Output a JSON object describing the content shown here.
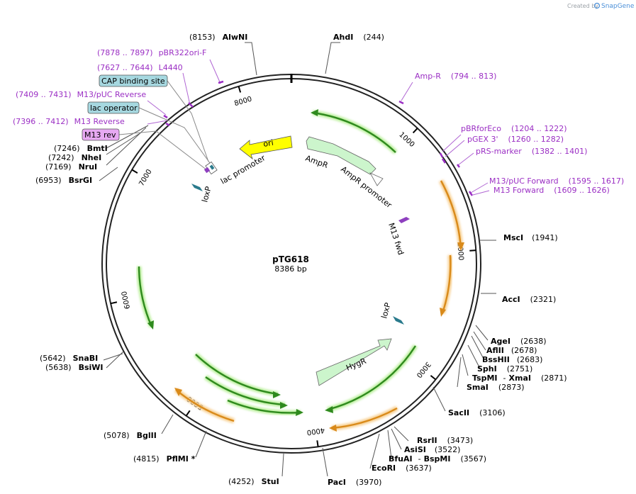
{
  "header": {
    "created_by": "Created by",
    "brand": "SnapGene"
  },
  "plasmid": {
    "name": "pTG618",
    "size_label": "8386 bp",
    "length": 8386
  },
  "ruler_ticks": [
    {
      "label": "1000",
      "bp": 1000
    },
    {
      "label": "2000",
      "bp": 2000
    },
    {
      "label": "3000",
      "bp": 3000
    },
    {
      "label": "4000",
      "bp": 4000
    },
    {
      "label": "5000",
      "bp": 5000
    },
    {
      "label": "6000",
      "bp": 6000
    },
    {
      "label": "7000",
      "bp": 7000
    },
    {
      "label": "8000",
      "bp": 8000
    }
  ],
  "sites": [
    {
      "name": "AhdI",
      "pos": "(244)"
    },
    {
      "name": "MscI",
      "pos": "(1941)"
    },
    {
      "name": "AccI",
      "pos": "(2321)"
    },
    {
      "name": "AgeI",
      "pos": "(2638)"
    },
    {
      "name": "AflII",
      "pos": "(2678)"
    },
    {
      "name": "BssHII",
      "pos": "(2683)"
    },
    {
      "name": "SphI",
      "pos": "(2751)"
    },
    {
      "name": "TspMI",
      "name2": "XmaI",
      "pos": "(2871)"
    },
    {
      "name": "SmaI",
      "pos": "(2873)"
    },
    {
      "name": "SacII",
      "pos": "(3106)"
    },
    {
      "name": "RsrII",
      "pos": "(3473)"
    },
    {
      "name": "AsiSI",
      "pos": "(3522)"
    },
    {
      "name": "BfuAI",
      "name2": "BspMI",
      "pos": "(3567)"
    },
    {
      "name": "EcoRI",
      "pos": "(3637)"
    },
    {
      "name": "PacI",
      "pos": "(3970)"
    },
    {
      "name": "StuI",
      "pos": "(4252)"
    },
    {
      "name": "PflMI *",
      "pos": "(4815)"
    },
    {
      "name": "BglII",
      "pos": "(5078)"
    },
    {
      "name": "BsiWI",
      "pos": "(5638)"
    },
    {
      "name": "SnaBI",
      "pos": "(5642)"
    },
    {
      "name": "BsrGI",
      "pos": "(6953)"
    },
    {
      "name": "NruI",
      "pos": "(7169)"
    },
    {
      "name": "NheI",
      "pos": "(7242)"
    },
    {
      "name": "BmtI",
      "pos": "(7246)"
    },
    {
      "name": "AlwNI",
      "pos": "(8153)"
    }
  ],
  "primers": [
    {
      "name": "Amp-R",
      "range": "(794 .. 813)"
    },
    {
      "name": "pBRforEco",
      "range": "(1204 .. 1222)"
    },
    {
      "name": "pGEX 3'",
      "range": "(1260 .. 1282)"
    },
    {
      "name": "pRS-marker",
      "range": "(1382 .. 1401)"
    },
    {
      "name": "M13/pUC Forward",
      "range": "(1595 .. 1617)"
    },
    {
      "name": "M13 Forward",
      "range": "(1609 .. 1626)"
    },
    {
      "name": "pBR322ori-F",
      "range": "(7878 .. 7897)"
    },
    {
      "name": "L4440",
      "range": "(7627 .. 7644)"
    },
    {
      "name": "M13/pUC Reverse",
      "range": "(7409 .. 7431)"
    },
    {
      "name": "M13 Reverse",
      "range": "(7396 .. 7412)"
    }
  ],
  "boxed_features": [
    {
      "name": "CAP binding site",
      "color": "#a6d8e0"
    },
    {
      "name": "lac operator",
      "color": "#a6d8e0"
    },
    {
      "name": "M13 rev",
      "color": "#e7a9f2"
    }
  ],
  "features": [
    {
      "name": "ori",
      "color": "#ffff00"
    },
    {
      "name": "AmpR",
      "color": "#ccf5cc"
    },
    {
      "name": "AmpR promoter",
      "color": "#ffffff"
    },
    {
      "name": "lac promoter",
      "color": "#ffffff"
    },
    {
      "name": "M13 fwd",
      "color": "#8e3fbf"
    },
    {
      "name": "loxP",
      "color": "#2a7a8c"
    },
    {
      "name": "loxP",
      "color": "#2a7a8c"
    },
    {
      "name": "HygR",
      "color": "#ccf5cc"
    }
  ],
  "colors": {
    "backbone": "#222222",
    "primer": "#9b2fc4",
    "orf_green": "#2f8a1e",
    "orf_green_glow": "#b9ef9a",
    "orf_orange": "#d98a1a",
    "orf_orange_glow": "#f7cf8f",
    "brand": "#4a8fd8"
  }
}
